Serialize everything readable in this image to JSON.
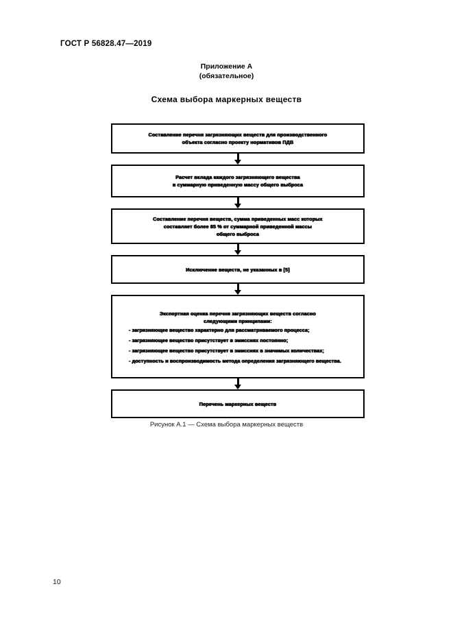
{
  "document": {
    "standard_header": "ГОСТ Р 56828.47—2019",
    "page_number": "10"
  },
  "appendix": {
    "title": "Приложение А",
    "subtitle": "(обязательное)",
    "scheme_title": "Схема выбора маркерных веществ"
  },
  "flowchart": {
    "nodes": [
      {
        "id": "node-1",
        "lines": [
          "Составление перечня загрязняющих веществ для производственного",
          "объекта согласно проекту нормативов ПДВ"
        ]
      },
      {
        "id": "node-2",
        "lines": [
          "Расчет вклада каждого загрязняющего вещества",
          "в суммарную приведенную массу общего выброса"
        ]
      },
      {
        "id": "node-3",
        "lines": [
          "Составление перечня веществ, сумма приведенных масс которых",
          "составляет более 85 % от суммарной приведенной массы",
          "общего выброса"
        ]
      },
      {
        "id": "node-4",
        "lines": [
          "Исключение веществ, не указанных в [5]"
        ]
      },
      {
        "id": "node-5",
        "lines": [
          "Экспертная оценка перечня загрязняющих веществ согласно",
          "следующими принципами:"
        ],
        "bullets": [
          "загрязняющее вещество характерно для рассматриваемого процесса;",
          "загрязняющее вещество присутствует в эмиссиях постоянно;",
          "загрязняющее вещество присутствует в эмиссиях в значимых количествах;",
          "доступность и воспроизводимость метода определения загрязняющего вещества."
        ]
      },
      {
        "id": "node-6",
        "lines": [
          "Перечень маркерных веществ"
        ]
      }
    ]
  },
  "figure": {
    "caption": "Рисунок А.1 — Схема выбора маркерных веществ"
  }
}
